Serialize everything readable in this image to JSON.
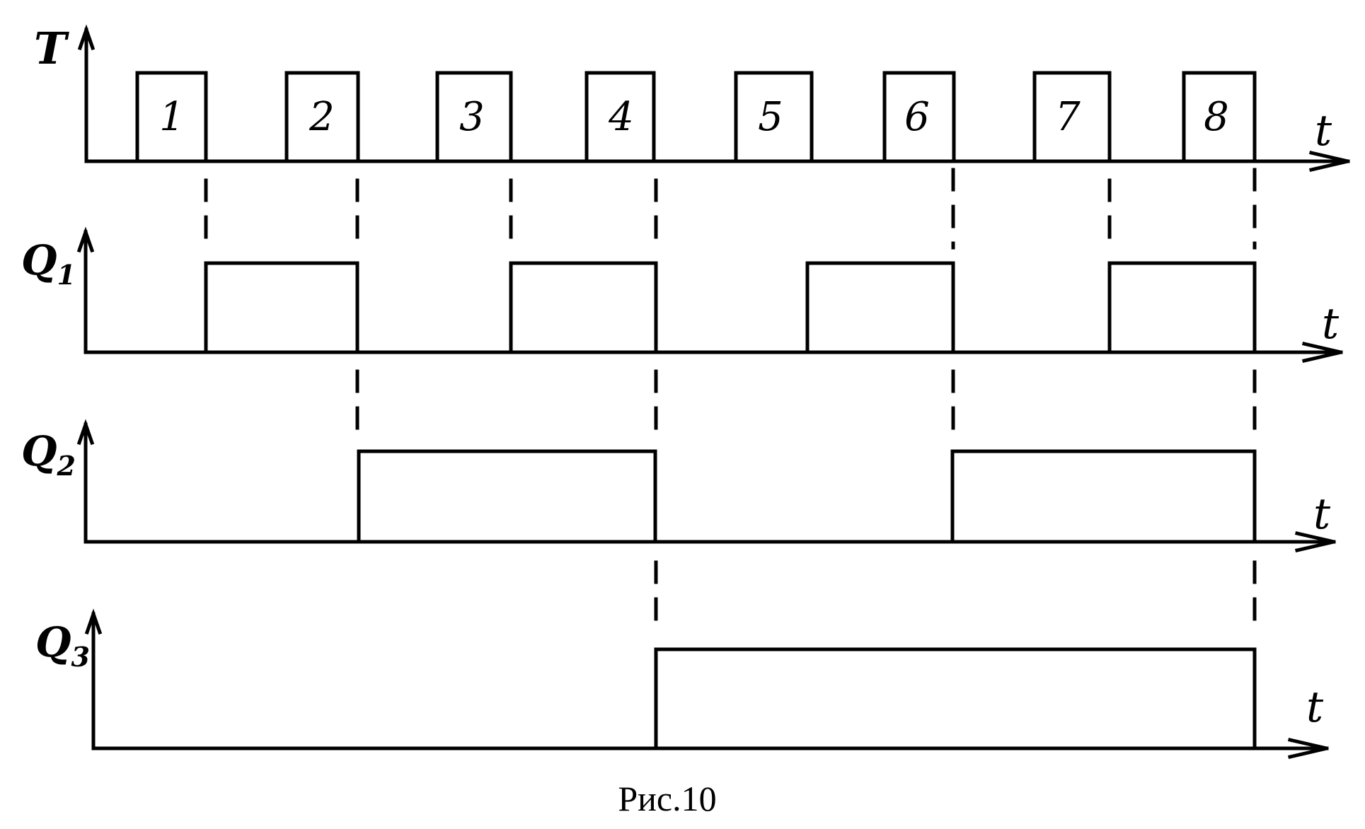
{
  "caption": "Рис.10",
  "time_label": "t",
  "clock": {
    "label": "T",
    "pulses": [
      "1",
      "2",
      "3",
      "4",
      "5",
      "6",
      "7",
      "8"
    ]
  },
  "outputs": [
    {
      "label": "Q",
      "subscript": "1"
    },
    {
      "label": "Q",
      "subscript": "2"
    },
    {
      "label": "Q",
      "subscript": "3"
    }
  ]
}
